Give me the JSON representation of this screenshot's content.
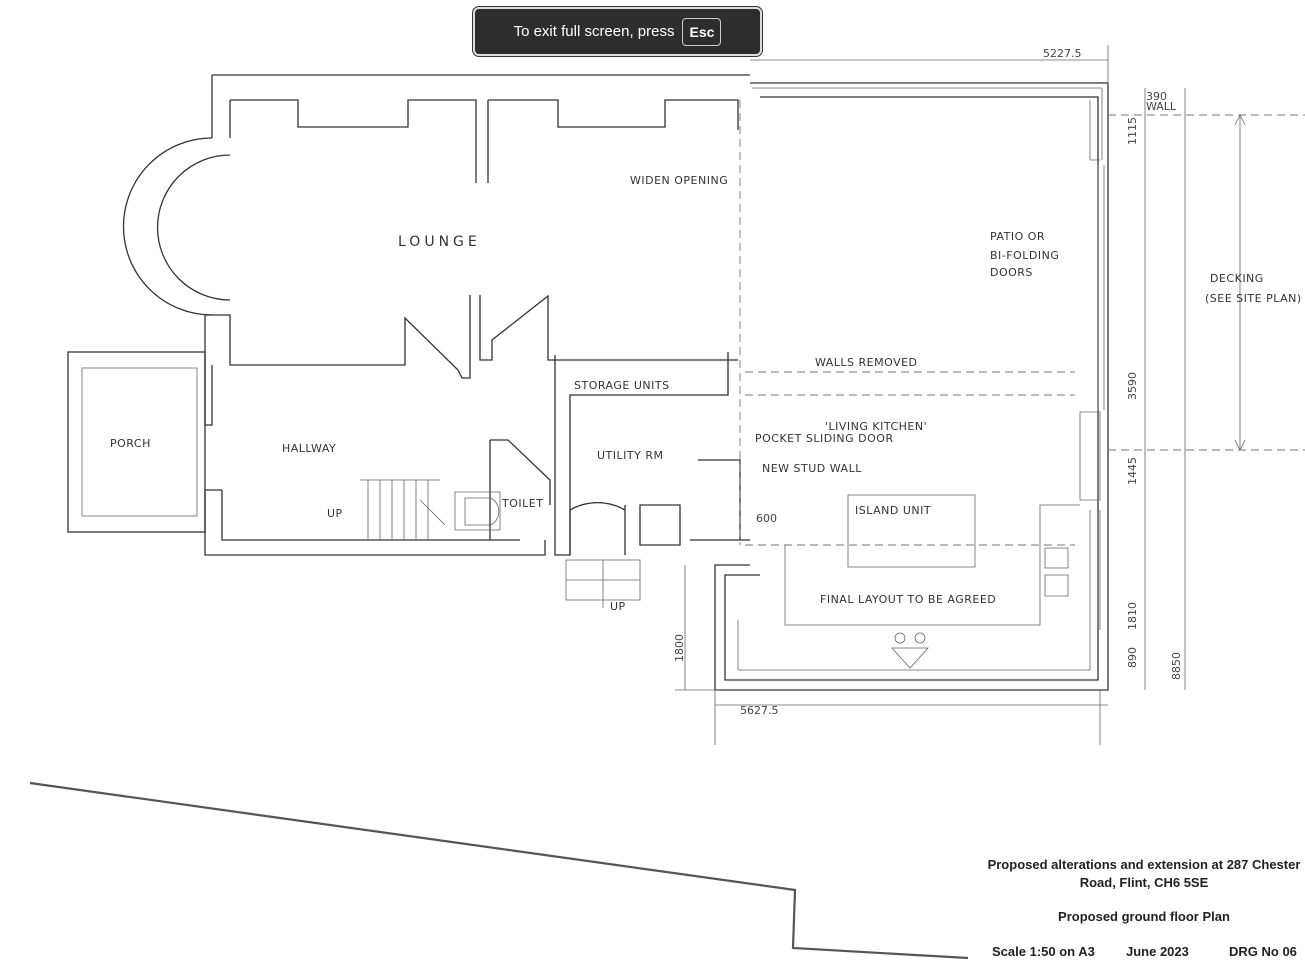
{
  "overlay": {
    "message": "To exit full screen, press",
    "key": "Esc"
  },
  "rooms": {
    "lounge": "LOUNGE",
    "porch": "PORCH",
    "hallway": "HALLWAY",
    "toilet": "TOILET",
    "utility": "UTILITY RM",
    "kitchen": "'LIVING KITCHEN'"
  },
  "notes": {
    "widen_opening": "WIDEN OPENING",
    "storage_units": "STORAGE UNITS",
    "walls_removed": "WALLS REMOVED",
    "pocket_door": "POCKET SLIDING DOOR",
    "new_stud_wall": "NEW STUD WALL",
    "island_unit": "ISLAND UNIT",
    "final_layout": "FINAL LAYOUT TO BE AGREED",
    "patio_1": "PATIO OR",
    "patio_2": "BI-FOLDING",
    "patio_3": "DOORS",
    "decking_1": "DECKING",
    "decking_2": "(SEE SITE PLAN)",
    "up_stairs": "UP",
    "up_steps": "UP"
  },
  "dimensions": {
    "top_width": "5227.5",
    "wall": "390",
    "wall_label": "WALL",
    "d1115": "1115",
    "d3590": "3590",
    "d1445": "1445",
    "d1810": "1810",
    "d890": "890",
    "d8850": "8850",
    "d1800": "1800",
    "bottom_width": "5627.5",
    "d600": "600"
  },
  "title_block": {
    "line1": "Proposed alterations and extension at 287 Chester",
    "line2": "Road, Flint, CH6 5SE",
    "drawing": "Proposed ground floor Plan",
    "scale": "Scale 1:50 on A3",
    "date": "June 2023",
    "number": "DRG No 06"
  }
}
